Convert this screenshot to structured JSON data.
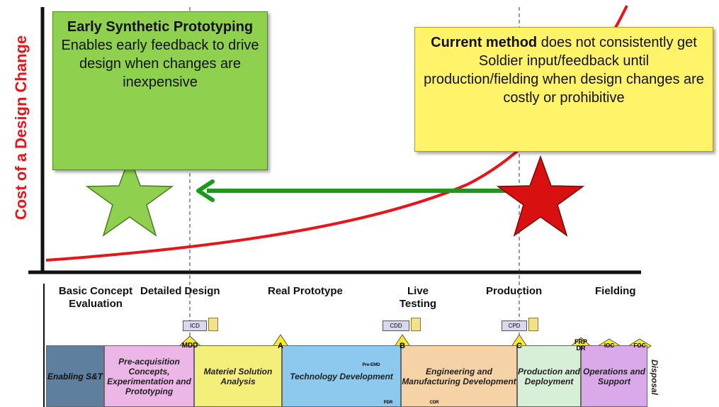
{
  "y_axis_label": "Cost of a Design Change",
  "left_callout": {
    "bold": "Early Synthetic Prototyping",
    "text": "Enables early feedback to drive design when changes are inexpensive",
    "color": "#8fd14f"
  },
  "right_callout": {
    "bold": "Current method",
    "text": " does not consistently get Soldier input/feedback until production/fielding when design changes are costly or prohibitive",
    "color": "#fff36a"
  },
  "colors": {
    "curve": "#e8141a",
    "arrow": "#1a9a1a",
    "green_star": "#8fd14f",
    "red_star": "#d81010"
  },
  "phases": [
    {
      "label": "Basic Concept Evaluation"
    },
    {
      "label": "Detailed Design"
    },
    {
      "label": "Real Prototype"
    },
    {
      "label": "Live Testing"
    },
    {
      "label": "Production"
    },
    {
      "label": "Fielding"
    }
  ],
  "documents": [
    "ICD",
    "CDD",
    "CPD"
  ],
  "milestones": [
    "MDD",
    "A",
    "B",
    "C",
    "FRP DR",
    "IOC",
    "FOC",
    "Pre-EMD",
    "PDR",
    "CDR"
  ],
  "acquisition_blocks": [
    {
      "label": "Enabling S&T",
      "color": "#5f7f9f"
    },
    {
      "label": "Pre-acquisition Concepts, Experimentation and Prototyping",
      "color": "#ecb6e6"
    },
    {
      "label": "Materiel Solution Analysis",
      "color": "#f4ee7a"
    },
    {
      "label": "Technology Development",
      "color": "#8dc9ee"
    },
    {
      "label": "Engineering and Manufacturing Development",
      "color": "#f6d3a6"
    },
    {
      "label": "Production and Deployment",
      "color": "#d6efd6"
    },
    {
      "label": "Operations and Support",
      "color": "#d9a9ea"
    },
    {
      "label": "Disposal",
      "color": "#ffffff"
    }
  ]
}
